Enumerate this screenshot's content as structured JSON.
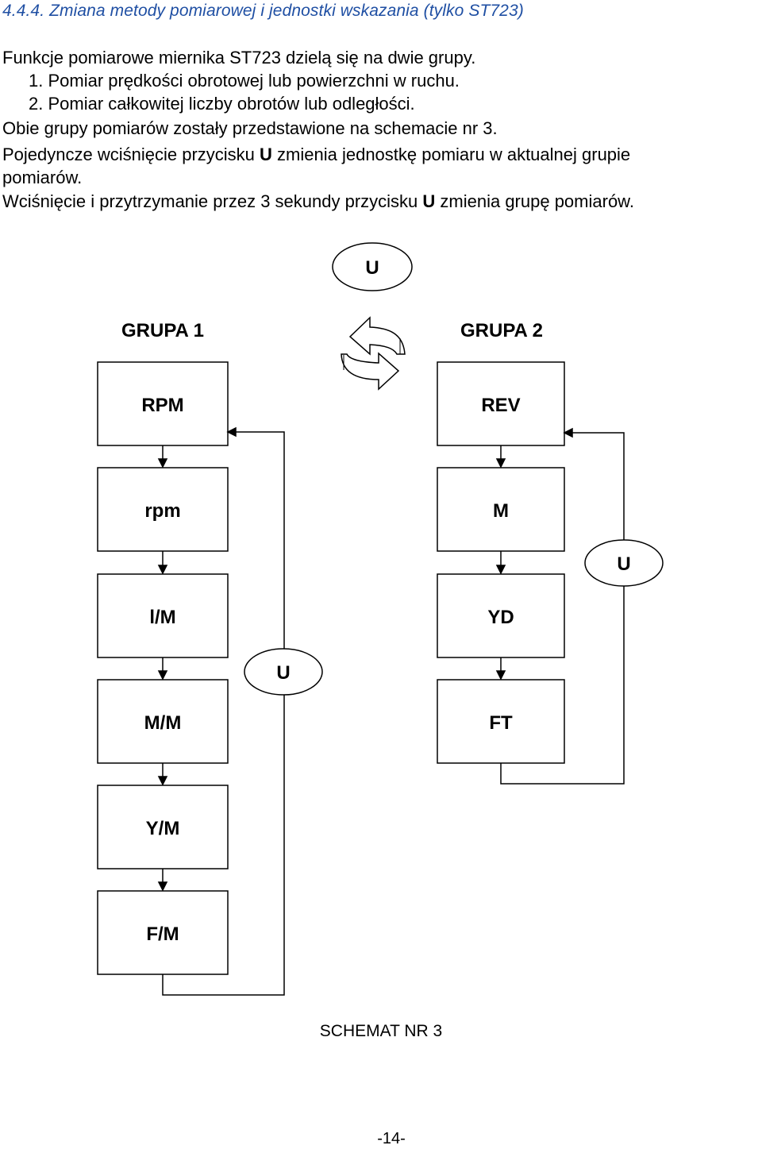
{
  "heading": "4.4.4. Zmiana metody pomiarowej i jednostki wskazania (tylko ST723)",
  "paragraphs": {
    "intro": "Funkcje pomiarowe miernika ST723 dzielą się na dwie grupy.",
    "item1": "1. Pomiar prędkości obrotowej lub powierzchni w ruchu.",
    "item2": "2. Pomiar całkowitej liczby obrotów lub odległości.",
    "groups_note": "Obie grupy pomiarów zostały przedstawione na schemacie nr 3.",
    "single_press_pre": "Pojedyncze wciśnięcie przycisku ",
    "single_press_key": "U",
    "single_press_post": " zmienia jednostkę pomiaru w aktualnej grupie",
    "single_press_cont": "pomiarów.",
    "hold_press_pre": "Wciśnięcie i przytrzymanie przez 3 sekundy przycisku ",
    "hold_press_key": "U",
    "hold_press_post": " zmienia grupę pomiarów."
  },
  "diagram": {
    "top_button": "U",
    "group1": {
      "title": "GRUPA 1",
      "units": [
        "RPM",
        "rpm",
        "l/M",
        "M/M",
        "Y/M",
        "F/M"
      ],
      "loop_button": "U"
    },
    "group2": {
      "title": "GRUPA 2",
      "units": [
        "REV",
        "M",
        "YD",
        "FT"
      ],
      "loop_button": "U"
    },
    "swap_icon": "swap-arrows-icon"
  },
  "caption": "SCHEMAT NR 3",
  "page_number": "-14-"
}
